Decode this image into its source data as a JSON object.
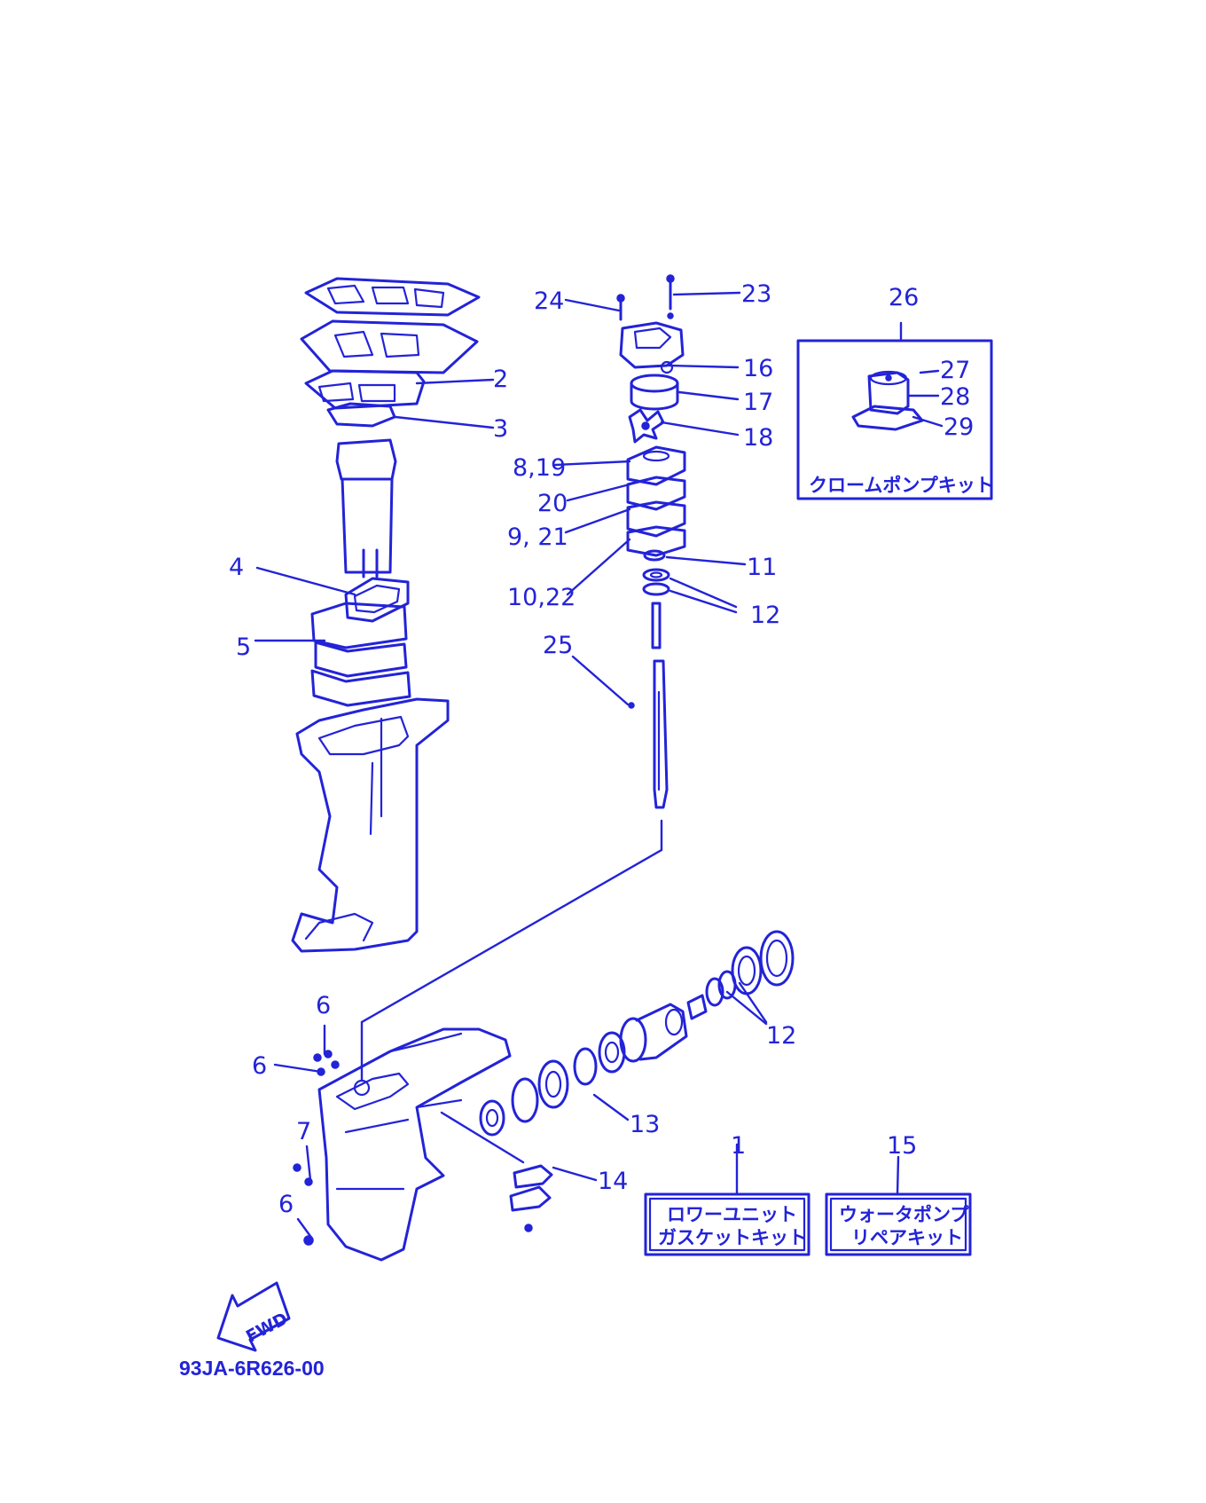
{
  "diagram": {
    "callouts": {
      "c1": "1",
      "c2": "2",
      "c3": "3",
      "c4": "4",
      "c5": "5",
      "c6a": "6",
      "c6b": "6",
      "c6c": "6",
      "c7": "7",
      "c8_19": "8,19",
      "c9_21": "9, 21",
      "c10_22": "10,22",
      "c11": "11",
      "c12a": "12",
      "c12b": "12",
      "c13": "13",
      "c14": "14",
      "c15": "15",
      "c16": "16",
      "c17": "17",
      "c18": "18",
      "c20": "20",
      "c23": "23",
      "c24": "24",
      "c25": "25",
      "c26": "26",
      "c27": "27",
      "c28": "28",
      "c29": "29"
    },
    "kits": {
      "chrome_pump_kit": "クロームポンプキット",
      "lower_unit_gasket_kit_line1": "ロワーユニット",
      "lower_unit_gasket_kit_line2": "ガスケットキット",
      "water_pump_repair_kit_line1": "ウォータポンプ",
      "water_pump_repair_kit_line2": "リペアキット"
    },
    "direction_label": "FWD",
    "drawing_code": "93JA-6R626-00",
    "ink_color": "#2323d8"
  }
}
